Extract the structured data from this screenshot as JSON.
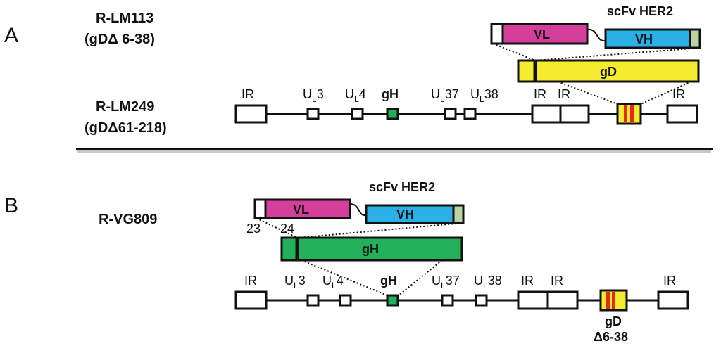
{
  "colors": {
    "vl": "#d53f9c",
    "vh": "#2ab0e6",
    "vh_tail": "#b9d3a6",
    "gd": "#f4ec2e",
    "gh": "#22b05a",
    "red": "#e8271e",
    "white": "#ffffff",
    "line": "#111111"
  },
  "panel_a": {
    "letter": "A",
    "construct_top_line1": "R-LM113",
    "construct_top_line2": "(gDΔ 6-38)",
    "construct_bottom_line1": "R-LM249",
    "construct_bottom_line2": "(gDΔ61-218)",
    "scfv_title": "scFv HER2",
    "vl": "VL",
    "vh": "VH",
    "gd": "gD",
    "genome": {
      "ir1": "IR",
      "ul3_u": "U",
      "ul3_sub": "L",
      "ul3_num": "3",
      "ul4_u": "U",
      "ul4_sub": "L",
      "ul4_num": "4",
      "gh": "gH",
      "ul37_u": "U",
      "ul37_sub": "L",
      "ul37_num": "37",
      "ul38_u": "U",
      "ul38_sub": "L",
      "ul38_num": "38",
      "ir2": "IR",
      "ir3": "IR",
      "ir4": "IR"
    }
  },
  "panel_b": {
    "letter": "B",
    "construct": "R-VG809",
    "scfv_title": "scFv HER2",
    "vl": "VL",
    "vh": "VH",
    "gh": "gH",
    "pos_23": "23",
    "pos_24": "24",
    "genome": {
      "ir1": "IR",
      "ul3_u": "U",
      "ul3_sub": "L",
      "ul3_num": "3",
      "ul4_u": "U",
      "ul4_sub": "L",
      "ul4_num": "4",
      "gh": "gH",
      "ul37_u": "U",
      "ul37_sub": "L",
      "ul37_num": "37",
      "ul38_u": "U",
      "ul38_sub": "L",
      "ul38_num": "38",
      "ir2": "IR",
      "ir3": "IR",
      "ir4": "IR",
      "gd_line1": "gD",
      "gd_line2": "Δ6-38"
    }
  }
}
